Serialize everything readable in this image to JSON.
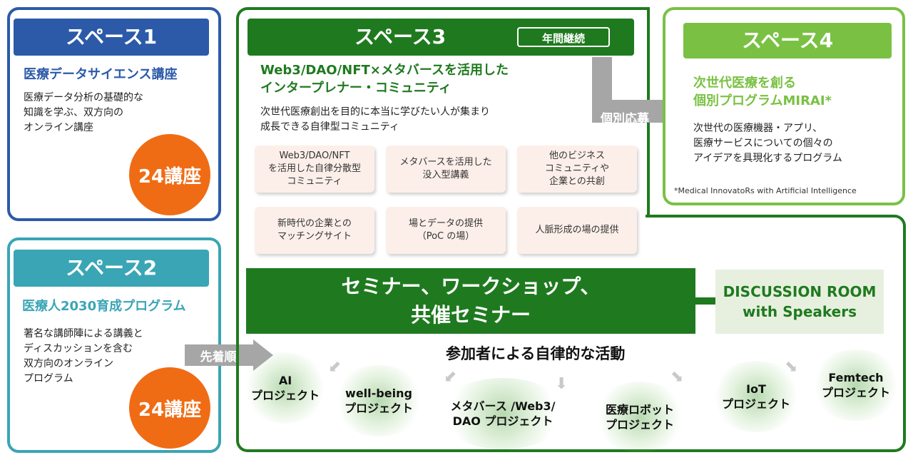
{
  "space1": {
    "header": "スペース1",
    "subtitle": "医療データサイエンス講座",
    "desc_lines": [
      "医療データ分析の基礎的な",
      "知識を学ぶ、双方向の",
      "オンライン講座"
    ],
    "count": "24講座"
  },
  "space2": {
    "header": "スペース2",
    "subtitle": "医療人2030育成プログラム",
    "desc_lines": [
      "著名な講師陣による講義と",
      "ディスカッションを含む",
      "双方向のオンライン",
      "プログラム"
    ],
    "count": "24講座"
  },
  "arrow_first": "先着順",
  "space3": {
    "header": "スペース3",
    "badge": "年間継続",
    "title_lines": [
      "Web3/DAO/NFT×メタバースを活用した",
      "インタープレナー・コミュニティ"
    ],
    "desc_lines": [
      "次世代医療創出を目的に本当に学びたい人が集まり",
      "成長できる自律型コミュニティ"
    ],
    "features": [
      {
        "lines": [
          "Web3/DAO/NFT",
          "を活用した自律分散型",
          "コミュニティ"
        ]
      },
      {
        "lines": [
          "メタバースを活用した",
          "没入型講義"
        ]
      },
      {
        "lines": [
          "他のビジネス",
          "コミュニティや",
          "企業との共創"
        ]
      },
      {
        "lines": [
          "新時代の企業との",
          "マッチングサイト"
        ]
      },
      {
        "lines": [
          "場とデータの提供",
          "（PoC の場）"
        ]
      },
      {
        "lines": [
          "人脈形成の場の提供"
        ]
      }
    ]
  },
  "arrow_individual": "個別応募",
  "space4": {
    "header": "スペース4",
    "subtitle_lines": [
      "次世代医療を創る",
      "個別プログラムMIRAI*"
    ],
    "desc_lines": [
      "次世代の医療機器・アプリ、",
      "医療サービスについての個々の",
      "アイデアを具現化するプログラム"
    ],
    "footnote": "*Medical InnovatoRs with Artificial Intelligence"
  },
  "seminar_lines": [
    "セミナー、ワークショップ、",
    "共催セミナー"
  ],
  "discussion_lines": [
    "DISCUSSION ROOM",
    "with Speakers"
  ],
  "activities_title": "参加者による自律的な活動",
  "projects": [
    {
      "lines": [
        "AI",
        "プロジェクト"
      ]
    },
    {
      "lines": [
        "well-being",
        "プロジェクト"
      ]
    },
    {
      "lines": [
        "メタバース /Web3/",
        "DAO プロジェクト"
      ]
    },
    {
      "lines": [
        "医療ロボット",
        "プロジェクト"
      ]
    },
    {
      "lines": [
        "IoT",
        "プロジェクト"
      ]
    },
    {
      "lines": [
        "Femtech",
        "プロジェクト"
      ]
    }
  ],
  "colors": {
    "space1": "#2c5aa8",
    "space2": "#3aa5b5",
    "space3": "#1f7a1f",
    "space4": "#7ac143",
    "orange": "#ef6c15",
    "gray_arrow": "#a6a6a6"
  }
}
